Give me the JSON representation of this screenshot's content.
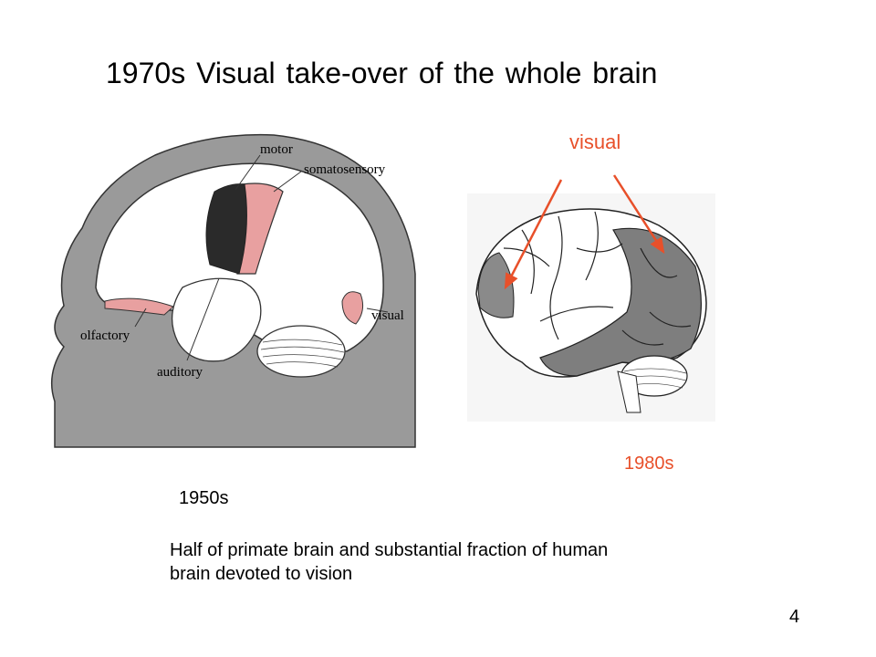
{
  "slide": {
    "title": "1970s Visual  take-over  of the whole  brain",
    "label_visual": "visual",
    "label_1980s": "1980s",
    "label_1950s": "1950s",
    "caption_line1": "Half of primate brain and substantial fraction of human",
    "caption_line2": "brain devoted to vision",
    "page_number": "4"
  },
  "figure_left": {
    "labels": {
      "motor": "motor",
      "somatosensory": "somatosensory",
      "visual": "visual",
      "olfactory": "olfactory",
      "auditory": "auditory"
    }
  },
  "colors": {
    "accent_red": "#e8502a",
    "cortex_pink": "#e8a0a0",
    "head_gray": "#9a9a9a",
    "motor_dark": "#2a2a2a"
  }
}
